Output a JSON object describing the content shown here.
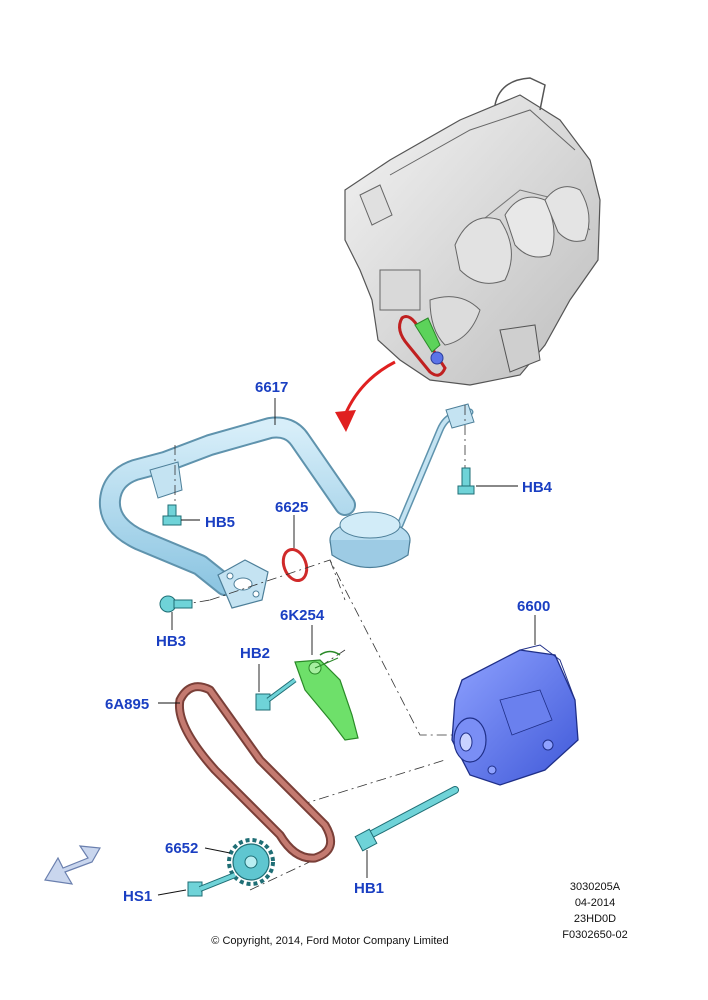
{
  "callouts": {
    "c6617": "6617",
    "c6625": "6625",
    "cHB4": "HB4",
    "cHB5": "HB5",
    "cHB3": "HB3",
    "c6K254": "6K254",
    "c6600": "6600",
    "cHB2": "HB2",
    "c6A895": "6A895",
    "c6652": "6652",
    "cHS1": "HS1",
    "cHB1": "HB1"
  },
  "reference": {
    "line1": "3030205A",
    "line2": "04-2014",
    "line3": "23HD0D",
    "line4": "F0302650-02"
  },
  "copyright": "© Copyright, 2014, Ford Motor Company Limited",
  "colors": {
    "callout_text": "#1a3fc2",
    "pipe": "#a9d8ee",
    "pump": "#5b74e8",
    "tensioner": "#7de07a",
    "chain": "#b06a62",
    "bolt": "#6fd3d8",
    "arrow_red": "#e02020"
  },
  "icons": {
    "direction_arrow": "front-direction-arrow-icon"
  }
}
